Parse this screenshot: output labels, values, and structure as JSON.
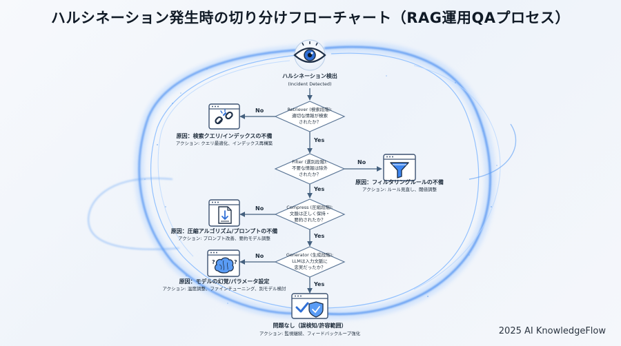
{
  "title": "ハルシネーション発生時の切り分けフローチャート（RAG運用QAプロセス）",
  "footer": "2025 AI KnowledgeFlow",
  "colors": {
    "accent": "#2f6fd6",
    "line": "#44607e",
    "glow": "#5aa3ff"
  },
  "start": {
    "label": "ハルシネーション検出",
    "sub": "(Incident Detected)",
    "icon": "eye-icon"
  },
  "decisions": [
    {
      "lines": [
        "Retriever (検索段階):",
        "適切な情報が検索",
        "されたか？"
      ]
    },
    {
      "lines": [
        "Filter (選別段階):",
        "不要な情報は除外",
        "されたか？"
      ]
    },
    {
      "lines": [
        "Compress (圧縮段階):",
        "文脈は正しく保持・",
        "要約されたか？"
      ]
    },
    {
      "lines": [
        "Generator (生成段階):",
        "LLMは入力文脈に",
        "忠実だったか？"
      ]
    }
  ],
  "yes_label": "Yes",
  "no_label": "No",
  "causes": [
    {
      "title": "原因：検索クエリ/インデックスの不備",
      "action": "アクション: クエリ最適化、インデックス再構築",
      "icon": "broken-link-icon"
    },
    {
      "title": "原因：フィルタリングルールの不備",
      "action": "アクション: ルール見直し、閾値調整",
      "icon": "filter-funnel-icon"
    },
    {
      "title": "原因：圧縮アルゴリズム/プロンプトの不備",
      "action": "アクション: プロンプト改善、要約モデル調整",
      "icon": "document-compress-icon"
    },
    {
      "title": "原因：モデルの幻覚/パラメータ設定",
      "action": "アクション: 温度調整、ファインチューニング、別モデル検討",
      "icon": "brain-question-icon"
    }
  ],
  "end": {
    "label": "問題なし（誤検知/許容範囲）",
    "action": "アクション: 監視継続、フィードバックループ強化",
    "icon": "check-shield-icon"
  }
}
